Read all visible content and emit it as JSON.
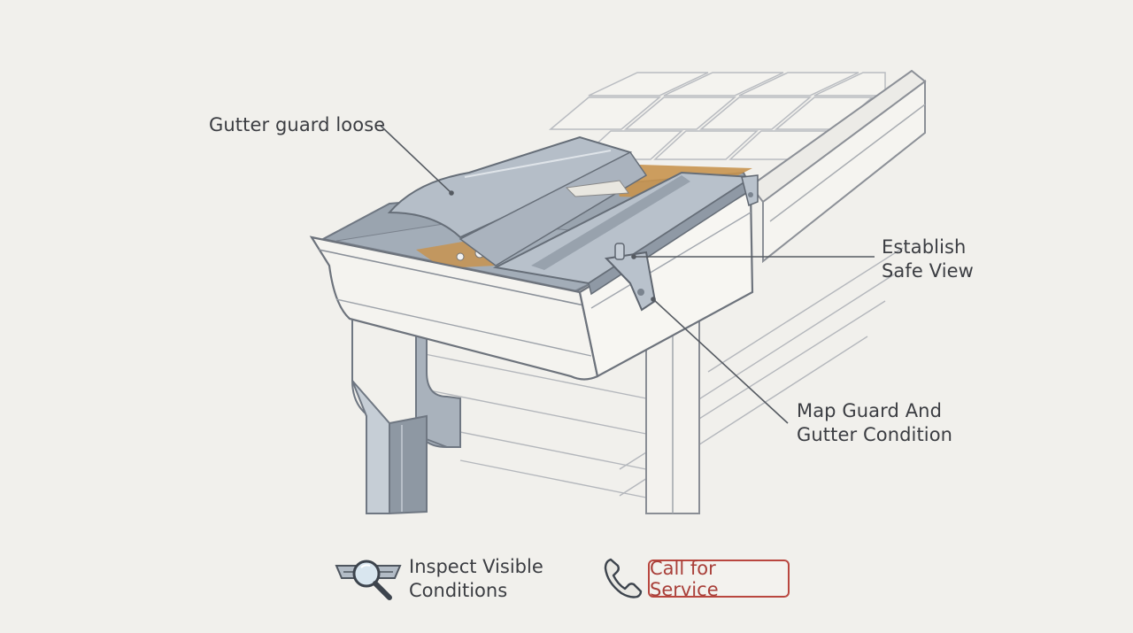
{
  "callouts": {
    "gutter_guard_loose": "Gutter guard loose",
    "establish_line1": "Establish",
    "establish_line2": "Safe View",
    "map_line1": "Map Guard And",
    "map_line2": "Gutter Condition"
  },
  "footer": {
    "inspect_line1": "Inspect Visible",
    "inspect_line2": "Conditions",
    "call_label": "Call for Service"
  },
  "icons": {
    "inspect": "magnifier-over-gutter-icon",
    "call": "phone-handset-icon"
  },
  "colors": {
    "background": "#f1f0ec",
    "metal": "#b3bcc6",
    "metal_dark": "#8f99a5",
    "wood": "#c8934f",
    "call_accent": "#b9473f",
    "ink": "#3b3d42"
  }
}
